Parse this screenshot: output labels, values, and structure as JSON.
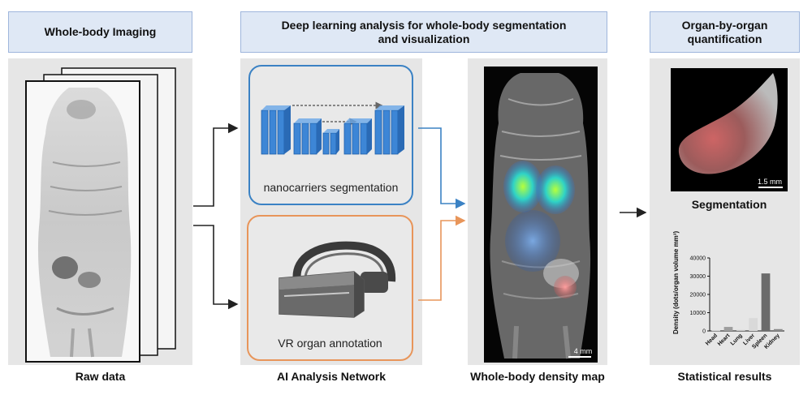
{
  "headers": {
    "imaging": "Whole-body Imaging",
    "analysis_line1": "Deep learning analysis for whole-body segmentation",
    "analysis_line2": "and visualization",
    "quant_line1": "Organ-by-organ",
    "quant_line2": "quantification"
  },
  "captions": {
    "raw": "Raw data",
    "ai": "AI Analysis Network",
    "density": "Whole-body density map",
    "stats": "Statistical results"
  },
  "boxes": {
    "nano": "nanocarriers segmentation",
    "vr": "VR organ annotation"
  },
  "scalebars": {
    "organ": "1.5 mm",
    "body": "4 mm"
  },
  "segmentation_label": "Segmentation",
  "colors": {
    "header_bg": "#dfe8f5",
    "header_border": "#9fb6dc",
    "nano_box": "#3b82c4",
    "vr_box": "#e8955a",
    "arrow_blue": "#3b82c4",
    "arrow_orange": "#e8955a"
  },
  "chart_data": {
    "type": "bar",
    "categories": [
      "Head",
      "Heart",
      "Lung",
      "Liver",
      "Spleen",
      "Kidney"
    ],
    "values": [
      300,
      2200,
      500,
      7000,
      31500,
      1000
    ],
    "bar_colors": [
      "#cfcfcf",
      "#9e9e9e",
      "#c8c8c8",
      "#d9d9d9",
      "#6b6b6b",
      "#8a8a8a"
    ],
    "ylabel": "Density (dots/organ volume mm³)",
    "yticks": [
      0,
      10000,
      20000,
      30000,
      40000
    ],
    "ylim": [
      0,
      40000
    ]
  }
}
